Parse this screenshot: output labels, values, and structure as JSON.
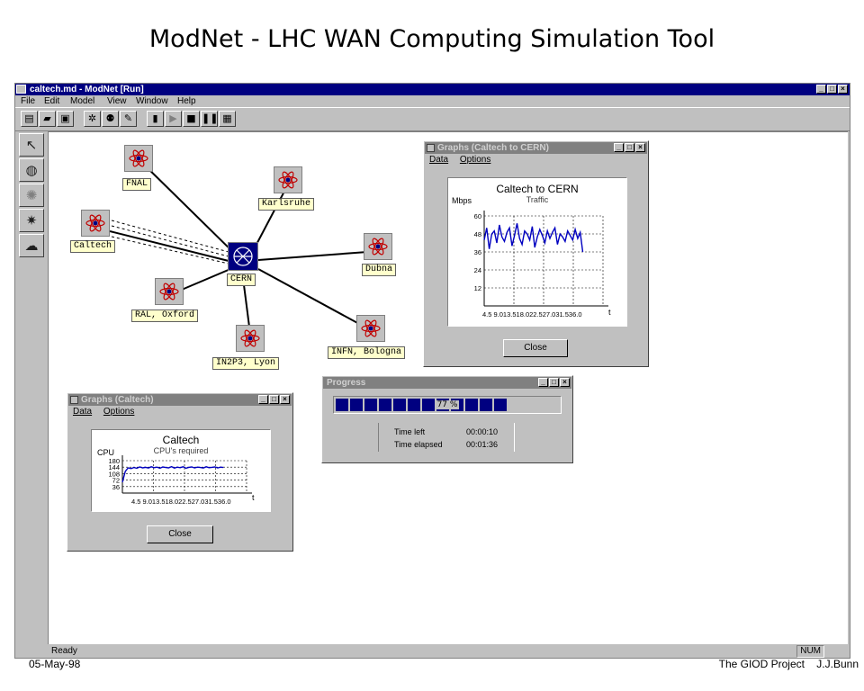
{
  "slide": {
    "title": "ModNet - LHC WAN Computing Simulation Tool",
    "date": "05-May-98",
    "footer_right": "The GIOD Project    J.J.Bunn"
  },
  "app": {
    "title": "caltech.md - ModNet [Run]",
    "menu": [
      "File",
      "Edit",
      "Model",
      "View",
      "Window",
      "Help"
    ],
    "status": "Ready",
    "status_num": "NUM"
  },
  "nodes": {
    "center": "CERN",
    "fnal": "FNAL",
    "karlsruhe": "Karlsruhe",
    "caltech": "Caltech",
    "dubna": "Dubna",
    "ral": "RAL, Oxford",
    "in2p3": "IN2P3, Lyon",
    "infn": "INFN, Bologna"
  },
  "graph_cern": {
    "window_title": "Graphs (Caltech to CERN)",
    "menu": [
      "Data",
      "Options"
    ],
    "close_label": "Close",
    "chart_data": {
      "type": "line",
      "title": "Caltech to CERN",
      "subtitle": "Traffic",
      "ylabel": "Mbps",
      "xlabel": "t",
      "yticks": [
        12,
        24,
        36,
        48,
        60
      ],
      "ylim": [
        0,
        60
      ],
      "xtick_text": "4.5 9.013.518.022.527.031.536.0",
      "x": [
        1,
        2,
        3,
        4,
        5,
        6,
        7,
        8,
        9,
        10,
        11,
        12,
        13,
        14,
        15,
        16,
        17,
        18,
        19,
        20,
        21,
        22,
        23,
        24,
        25,
        26,
        27,
        28,
        29,
        30,
        31,
        32,
        33,
        34,
        35,
        36,
        37,
        38,
        39,
        40
      ],
      "values": [
        44,
        52,
        38,
        48,
        50,
        42,
        54,
        46,
        43,
        49,
        52,
        40,
        47,
        55,
        45,
        41,
        50,
        48,
        44,
        53,
        39,
        46,
        51,
        47,
        42,
        50,
        45,
        49,
        52,
        41,
        48,
        46,
        43,
        50,
        47,
        44,
        51,
        45,
        49,
        36
      ]
    }
  },
  "graph_caltech": {
    "window_title": "Graphs (Caltech)",
    "menu": [
      "Data",
      "Options"
    ],
    "close_label": "Close",
    "chart_data": {
      "type": "line",
      "title": "Caltech",
      "subtitle": "CPU's required",
      "ylabel": "CPU",
      "xlabel": "t",
      "yticks": [
        36,
        72,
        108,
        144,
        180
      ],
      "ylim": [
        0,
        180
      ],
      "xtick_text": "4.5 9.013.518.022.527.031.536.0",
      "x": [
        1,
        2,
        3,
        4,
        5,
        6,
        7,
        8,
        9,
        10,
        11,
        12,
        13,
        14,
        15,
        16,
        17,
        18,
        19,
        20,
        21,
        22,
        23,
        24,
        25,
        26,
        27,
        28,
        29,
        30,
        31,
        32,
        33,
        34,
        35,
        36
      ],
      "values": [
        60,
        120,
        140,
        136,
        142,
        138,
        145,
        140,
        143,
        139,
        146,
        141,
        144,
        138,
        145,
        142,
        140,
        147,
        139,
        144,
        141,
        146,
        138,
        143,
        145,
        140,
        144,
        142,
        139,
        146,
        141,
        143,
        145,
        140,
        144,
        142
      ]
    }
  },
  "progress": {
    "window_title": "Progress",
    "percent_text": "77 %",
    "fraction": 0.77,
    "time_left_label": "Time left",
    "time_left": "00:00:10",
    "time_elapsed_label": "Time elapsed",
    "time_elapsed": "00:01:36"
  }
}
